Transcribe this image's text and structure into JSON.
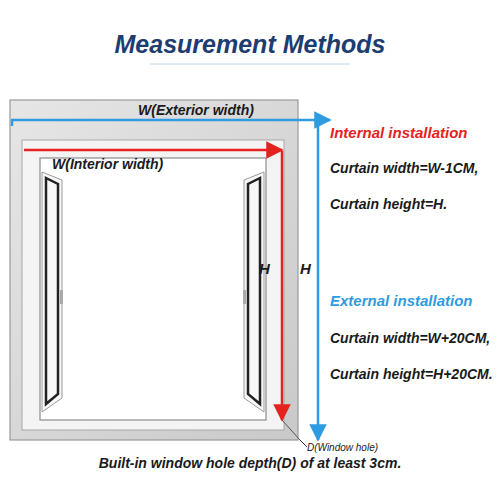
{
  "diagram": {
    "title": "Measurement Methods",
    "labels": [
      "W(Exterior width)",
      "W(Interior width)",
      "H",
      "H",
      "Internal installation",
      "Curtain width=W-1CM,",
      "Curtain height=H.",
      "External installation",
      "Curtain width=W+20CM,",
      "Curtain height=H+20CM.",
      "D(Window hole)",
      "Built-in window hole depth(D) of at least 3cm."
    ]
  }
}
